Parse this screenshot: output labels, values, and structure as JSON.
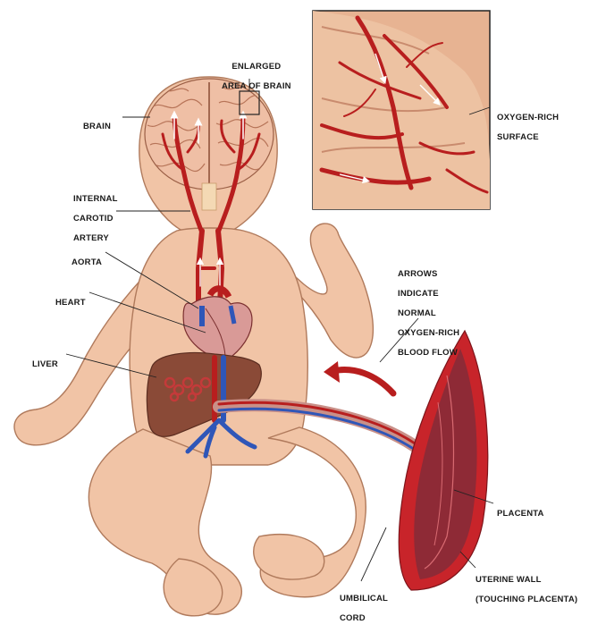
{
  "labels": {
    "enlarged": [
      "ENLARGED",
      "AREA OF BRAIN"
    ],
    "brain": "BRAIN",
    "oxygen_surface": [
      "OXYGEN-RICH",
      "SURFACE"
    ],
    "carotid": [
      "INTERNAL",
      "CAROTID",
      "ARTERY"
    ],
    "aorta": "AORTA",
    "heart": "HEART",
    "arrows_note": [
      "ARROWS",
      "INDICATE",
      "NORMAL",
      "OXYGEN-RICH",
      "BLOOD FLOW"
    ],
    "liver": "LIVER",
    "placenta": "PLACENTA",
    "uterine": [
      "UTERINE WALL",
      "(TOUCHING PLACENTA)"
    ],
    "umbilical": [
      "UMBILICAL",
      "CORD"
    ]
  },
  "colors": {
    "skin": "#f1c4a6",
    "skin_outline": "#b07a5c",
    "brain": "#efbfa5",
    "artery": "#b81e1e",
    "vein": "#2f56b8",
    "liver": "#8a4a37",
    "placenta_wall": "#c8242a",
    "placenta_inner": "#8e2a36",
    "inset_bg": "#e7b392"
  }
}
